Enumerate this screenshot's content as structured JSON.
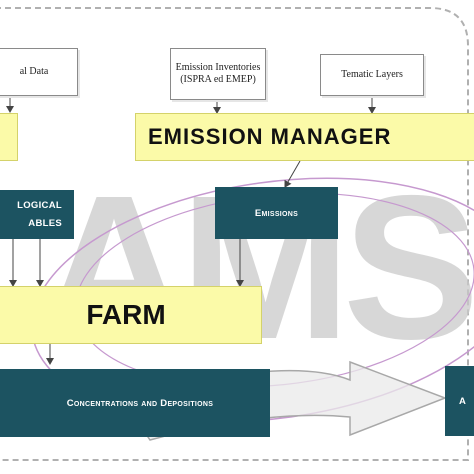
{
  "boxes": {
    "input_data": "al Data",
    "emission_inventories_line1": "Emission Inventories",
    "emission_inventories_line2": "(ISPRA ed EMEP)",
    "tematic_layers": "Tematic Layers",
    "emission_manager": "EMISSION MANAGER",
    "meteorological_line1": "LOGICAL",
    "meteorological_line2": "ABLES",
    "emissions": "Emissions",
    "farm": "FARM",
    "concentrations": "Concentrations and Depositions",
    "right_edge": "A"
  },
  "watermark": "AMS",
  "colors": {
    "teal_box": "#1c5361",
    "yellow_box": "#fbfaa8",
    "frame": "#b0b0b0",
    "watermark": "#c9c9c9",
    "ellipse": "#c699cf"
  }
}
